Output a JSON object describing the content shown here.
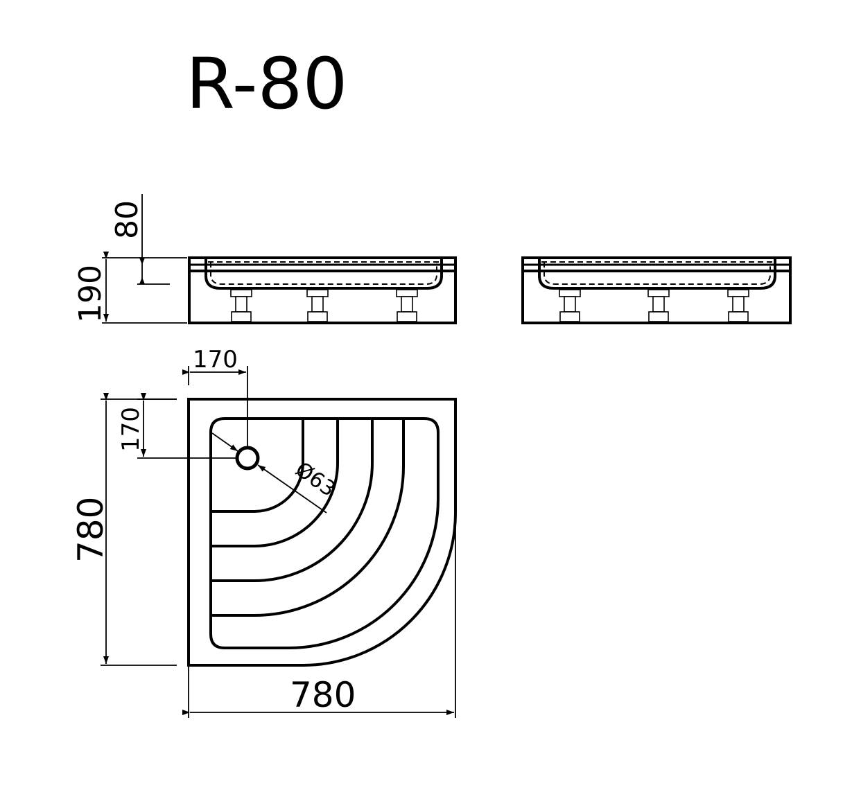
{
  "title": "R-80",
  "dimensions": {
    "height_total": "190",
    "height_tray": "80",
    "drain_offset_x": "170",
    "drain_offset_y": "170",
    "width": "780",
    "depth": "780",
    "drain_diameter": "Ø63"
  }
}
